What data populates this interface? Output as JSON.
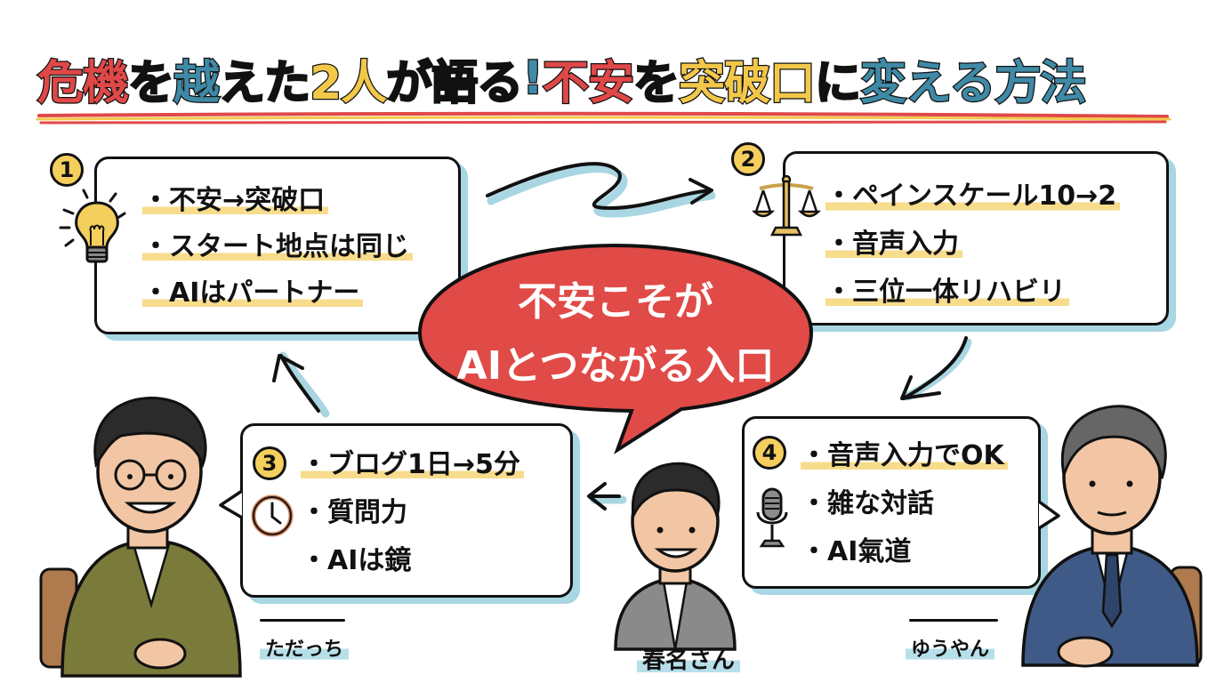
{
  "title": {
    "segments": [
      {
        "text": "危機",
        "color": "red"
      },
      {
        "text": "を",
        "color": "black"
      },
      {
        "text": "越",
        "color": "blue"
      },
      {
        "text": "えた",
        "color": "black"
      },
      {
        "text": "2人",
        "color": "yellow"
      },
      {
        "text": "が語る",
        "color": "black"
      },
      {
        "text": "!",
        "color": "blue"
      },
      {
        "text": "不安",
        "color": "red"
      },
      {
        "text": "を",
        "color": "black"
      },
      {
        "text": "突破口",
        "color": "yellow"
      },
      {
        "text": "に",
        "color": "black"
      },
      {
        "text": "変える方法",
        "color": "blue"
      }
    ],
    "full": "危機を越えた2人が語る!不安を突破口に変える方法"
  },
  "center_bubble": {
    "line1": "不安こそが",
    "line2": "AIとつながる入口",
    "color": "#e04a47"
  },
  "panels": [
    {
      "number": "1",
      "icon": "lightbulb-icon",
      "items": [
        "・不安→突破口",
        "・スタート地点は同じ",
        "・AIはパートナー"
      ]
    },
    {
      "number": "2",
      "icon": "scales-icon",
      "items": [
        "・ペインスケール10→2",
        "・音声入力",
        "・三位一体リハビリ"
      ]
    },
    {
      "number": "3",
      "icon": "clock-icon",
      "items": [
        "・ブログ1日→5分",
        "・質問力",
        "・AIは鏡"
      ]
    },
    {
      "number": "4",
      "icon": "microphone-icon",
      "items": [
        "・音声入力でOK",
        "・雑な対話",
        "・AI氣道"
      ]
    }
  ],
  "people": [
    {
      "name": "ただっち",
      "jacket_color": "#7a7a3a"
    },
    {
      "name": "春名さん",
      "jacket_color": "#8a8a8a"
    },
    {
      "name": "ゆうやん",
      "jacket_color": "#3f5a86"
    }
  ],
  "colors": {
    "red": "#e04848",
    "blue": "#3f8aa6",
    "yellow": "#f3c84a",
    "highlight": "#f7dc8c",
    "shadow": "#a8d6e2"
  }
}
